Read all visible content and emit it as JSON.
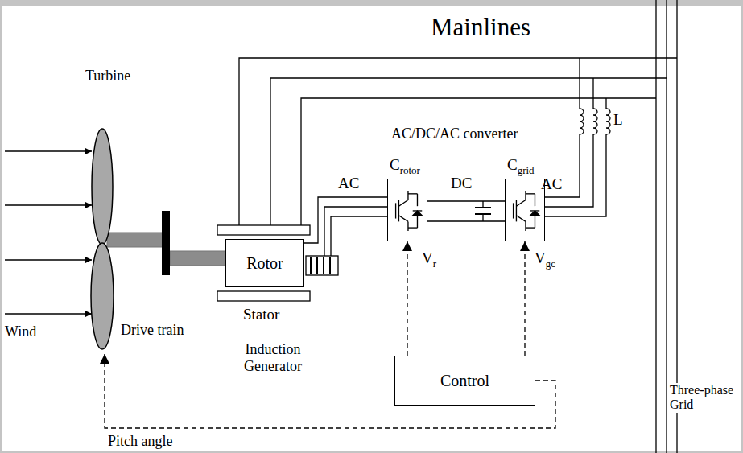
{
  "diagram": {
    "nodes": [
      {
        "text": [
          "Rotor"
        ]
      },
      {
        "text": [
          "Crotor"
        ]
      },
      {
        "text": [
          "Cgrid"
        ]
      },
      {
        "text": [
          "Control"
        ]
      }
    ],
    "edges": [
      {
        "from": 0,
        "to": 1,
        "arrow": "none",
        "label": "AC"
      },
      {
        "from": 1,
        "to": 2,
        "arrow": "none",
        "label": "DC"
      },
      {
        "from": 3,
        "to": 1,
        "arrow": "to",
        "label": "Vr"
      },
      {
        "from": 3,
        "to": 2,
        "arrow": "to",
        "label": "Vgc"
      }
    ],
    "labels": [
      "Mainlines",
      "Turbine",
      "Wind",
      "Drive train",
      "Stator",
      "Induction Generator",
      "AC/DC/AC converter",
      "AC",
      "L",
      "Three-phase Grid",
      "Pitch angle"
    ]
  }
}
